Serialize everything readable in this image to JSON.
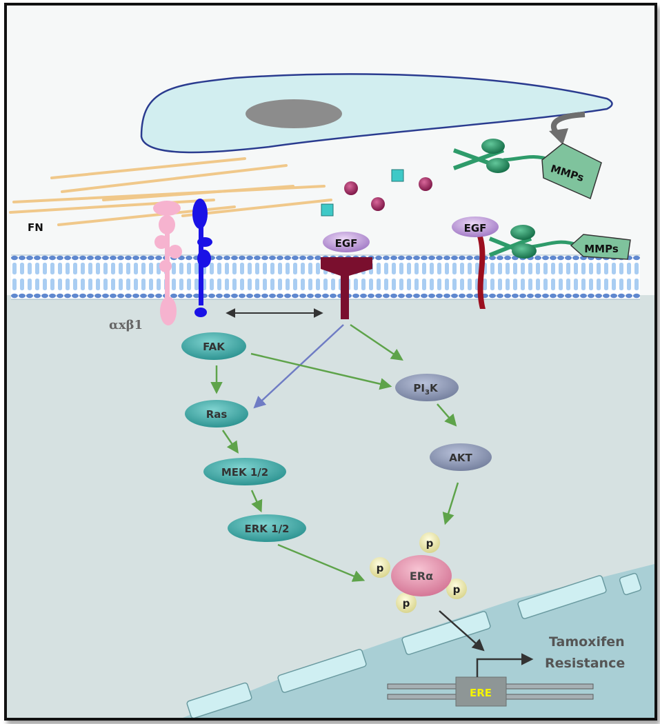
{
  "labels": {
    "fn": "FN",
    "integrin": "αxβ1",
    "egf_center": "EGF",
    "egf_right": "EGF",
    "mmps_top": "MMPs",
    "mmps_right": "MMPs",
    "fak": "FAK",
    "ras": "Ras",
    "mek": "MEK 1/2",
    "erk": "ERK 1/2",
    "pi3k_main": "PI",
    "pi3k_sub": "3",
    "pi3k_tail": "K",
    "akt": "AKT",
    "era": "ERα",
    "p1": "p",
    "p2": "p",
    "p3": "p",
    "p4": "p",
    "ere": "ERE",
    "tamoxifen_line1": "Tamoxifen",
    "tamoxifen_line2": "Resistance"
  },
  "colors": {
    "cytoplasm": "#d6e1e1",
    "nucleus": "#a9cfd5",
    "membrane_head": "#5f88cf",
    "membrane_tail": "#a9cdf2",
    "cell_body": "#d2eef0",
    "cell_nucleus": "#8c8c8c",
    "fibers": "#f0c88a",
    "teal_protein": "#3aa7a4",
    "lavender_protein": "#8c97b8",
    "egf": "#c9a5e3",
    "receptor": "#7a0f2e",
    "integrin_pink": "#f6b3cf",
    "integrin_blue": "#1a12e6",
    "mmp_green": "#2e9b6a",
    "era_pink": "#e59ab2",
    "phospho": "#f0edb4",
    "arrow_green": "#5ea34a",
    "arrow_blue": "#6f7cc4",
    "ere_text": "#f4f400"
  }
}
